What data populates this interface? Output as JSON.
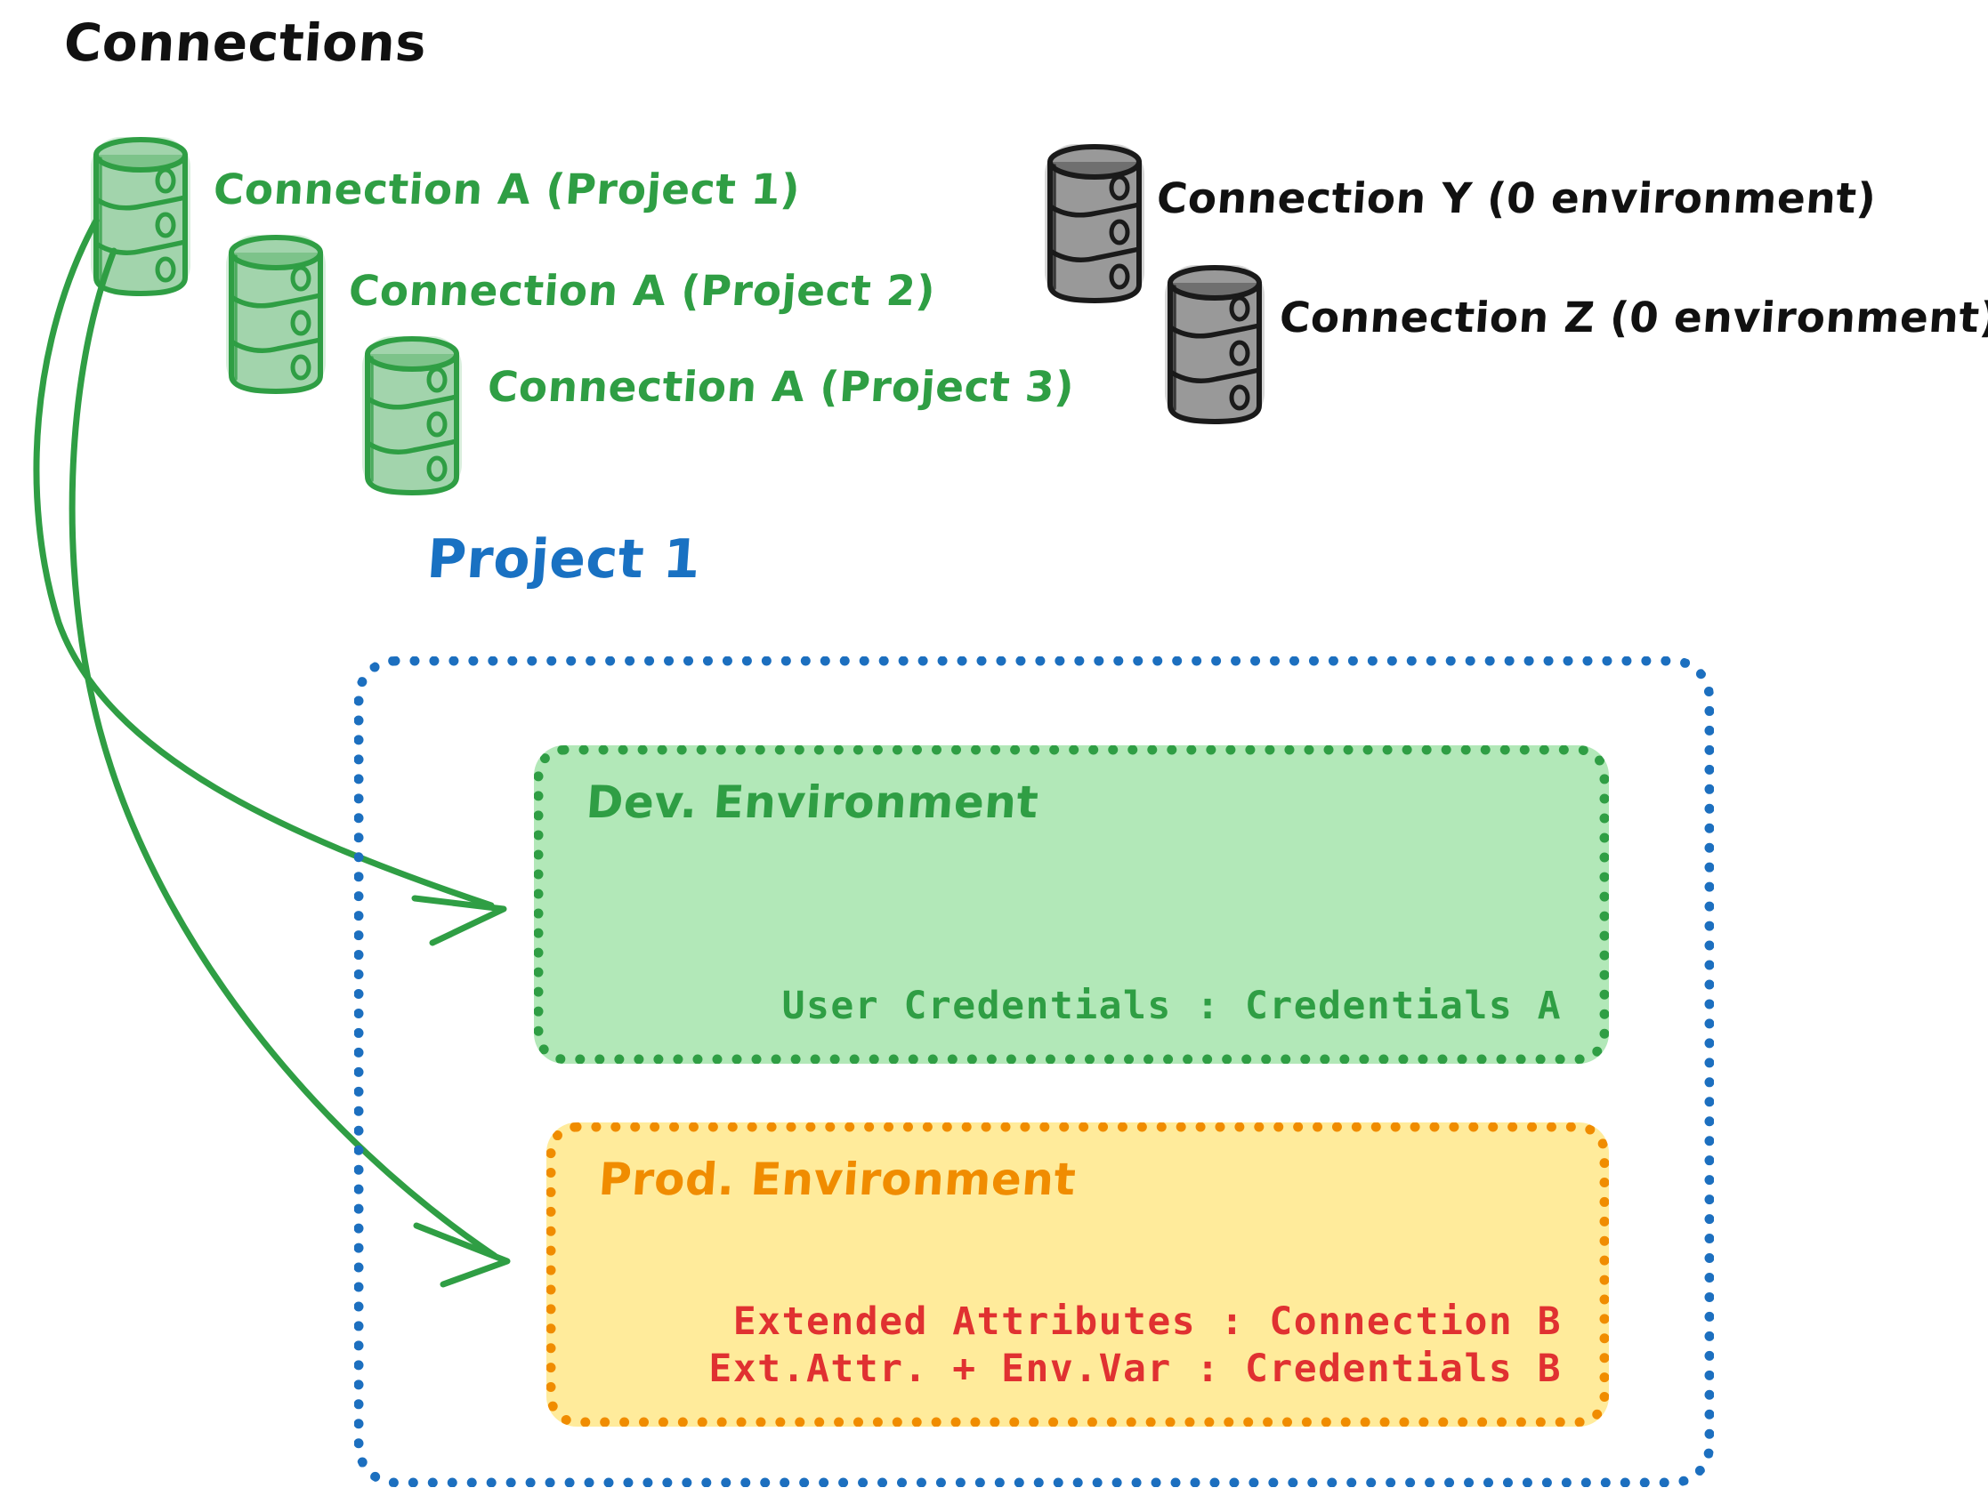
{
  "diagram": {
    "heading": "Connections",
    "connections": [
      {
        "id": "a1",
        "label": "Connection A (Project 1)",
        "color": "#2f9e44",
        "style": "green"
      },
      {
        "id": "a2",
        "label": "Connection A (Project 2)",
        "color": "#2f9e44",
        "style": "green"
      },
      {
        "id": "a3",
        "label": "Connection A (Project 3)",
        "color": "#2f9e44",
        "style": "green"
      },
      {
        "id": "y",
        "label": "Connection Y (0 environment)",
        "color": "#111111",
        "style": "gray"
      },
      {
        "id": "z",
        "label": "Connection Z (0 environment)",
        "color": "#111111",
        "style": "gray"
      }
    ],
    "project": {
      "title": "Project 1",
      "border_color": "#1c6fbf",
      "environments": [
        {
          "id": "dev",
          "title": "Dev. Environment",
          "fill": "#b2e8b8",
          "border_color": "#2f9e44",
          "text_color": "#2f9e44",
          "rows": [
            "User Credentials : Credentials A"
          ]
        },
        {
          "id": "prod",
          "title": "Prod. Environment",
          "fill": "#ffeb9b",
          "border_color": "#f08c00",
          "text_color": "#e03131",
          "rows": [
            "Extended Attributes : Connection B",
            "Ext.Attr. + Env.Var : Credentials B"
          ]
        }
      ]
    },
    "arrows": [
      {
        "id": "arrow-to-dev",
        "from": "connection-a-project-1",
        "to": "dev-environment",
        "color": "#2f9e44"
      },
      {
        "id": "arrow-to-prod",
        "from": "connection-a-project-1",
        "to": "prod-environment",
        "color": "#2f9e44"
      }
    ]
  }
}
